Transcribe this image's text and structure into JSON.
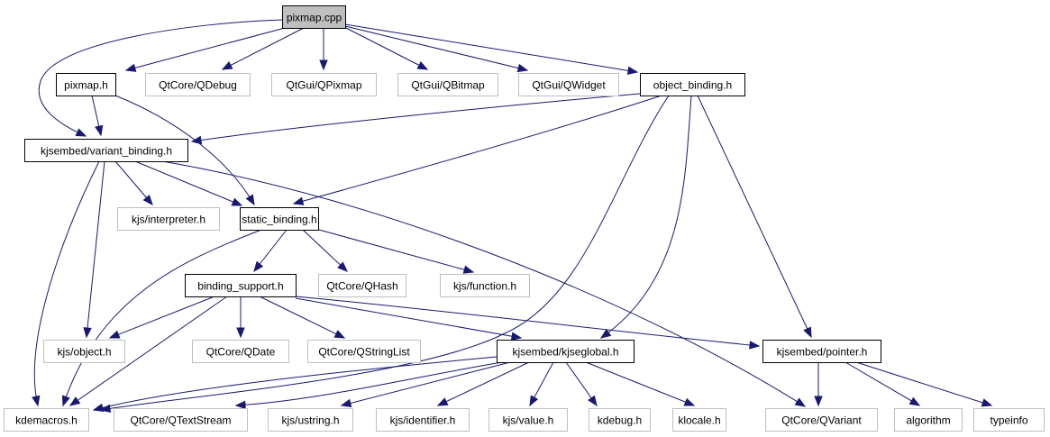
{
  "graph": {
    "title": "pixmap.cpp include dependency graph",
    "colors": {
      "edge": "#191970",
      "root_fill": "#bfbfbf",
      "root_border": "#000000",
      "documented_border": "#000000",
      "external_border": "#bfbfbf",
      "fill": "#ffffff"
    },
    "nodes": [
      {
        "id": "pixmap_cpp",
        "label": "pixmap.cpp",
        "kind": "root"
      },
      {
        "id": "pixmap_h",
        "label": "pixmap.h",
        "kind": "documented"
      },
      {
        "id": "qdebug",
        "label": "QtCore/QDebug",
        "kind": "external"
      },
      {
        "id": "qpixmap",
        "label": "QtGui/QPixmap",
        "kind": "external"
      },
      {
        "id": "qbitmap",
        "label": "QtGui/QBitmap",
        "kind": "external"
      },
      {
        "id": "qwidget",
        "label": "QtGui/QWidget",
        "kind": "external"
      },
      {
        "id": "object_binding",
        "label": "object_binding.h",
        "kind": "documented"
      },
      {
        "id": "variant_binding",
        "label": "kjsembed/variant_binding.h",
        "kind": "documented"
      },
      {
        "id": "interpreter",
        "label": "kjs/interpreter.h",
        "kind": "external"
      },
      {
        "id": "static_binding",
        "label": "static_binding.h",
        "kind": "documented"
      },
      {
        "id": "binding_support",
        "label": "binding_support.h",
        "kind": "documented"
      },
      {
        "id": "qhash",
        "label": "QtCore/QHash",
        "kind": "external"
      },
      {
        "id": "function",
        "label": "kjs/function.h",
        "kind": "external"
      },
      {
        "id": "object",
        "label": "kjs/object.h",
        "kind": "external"
      },
      {
        "id": "qdate",
        "label": "QtCore/QDate",
        "kind": "external"
      },
      {
        "id": "qstringlist",
        "label": "QtCore/QStringList",
        "kind": "external"
      },
      {
        "id": "kjseglobal",
        "label": "kjsembed/kjseglobal.h",
        "kind": "documented"
      },
      {
        "id": "pointer",
        "label": "kjsembed/pointer.h",
        "kind": "documented"
      },
      {
        "id": "kdemacros",
        "label": "kdemacros.h",
        "kind": "external"
      },
      {
        "id": "qtextstream",
        "label": "QtCore/QTextStream",
        "kind": "external"
      },
      {
        "id": "ustring",
        "label": "kjs/ustring.h",
        "kind": "external"
      },
      {
        "id": "identifier",
        "label": "kjs/identifier.h",
        "kind": "external"
      },
      {
        "id": "value",
        "label": "kjs/value.h",
        "kind": "external"
      },
      {
        "id": "kdebug",
        "label": "kdebug.h",
        "kind": "external"
      },
      {
        "id": "klocale",
        "label": "klocale.h",
        "kind": "external"
      },
      {
        "id": "qvariant",
        "label": "QtCore/QVariant",
        "kind": "external"
      },
      {
        "id": "algorithm",
        "label": "algorithm",
        "kind": "external"
      },
      {
        "id": "typeinfo",
        "label": "typeinfo",
        "kind": "external"
      }
    ],
    "edges": [
      {
        "from": "pixmap_cpp",
        "to": "pixmap_h"
      },
      {
        "from": "pixmap_cpp",
        "to": "qdebug"
      },
      {
        "from": "pixmap_cpp",
        "to": "qpixmap"
      },
      {
        "from": "pixmap_cpp",
        "to": "qbitmap"
      },
      {
        "from": "pixmap_cpp",
        "to": "qwidget"
      },
      {
        "from": "pixmap_cpp",
        "to": "object_binding"
      },
      {
        "from": "pixmap_cpp",
        "to": "variant_binding"
      },
      {
        "from": "pixmap_h",
        "to": "variant_binding"
      },
      {
        "from": "pixmap_h",
        "to": "static_binding"
      },
      {
        "from": "object_binding",
        "to": "variant_binding"
      },
      {
        "from": "object_binding",
        "to": "static_binding"
      },
      {
        "from": "object_binding",
        "to": "kdemacros"
      },
      {
        "from": "object_binding",
        "to": "kjseglobal"
      },
      {
        "from": "object_binding",
        "to": "pointer"
      },
      {
        "from": "variant_binding",
        "to": "interpreter"
      },
      {
        "from": "variant_binding",
        "to": "static_binding"
      },
      {
        "from": "variant_binding",
        "to": "object"
      },
      {
        "from": "variant_binding",
        "to": "kdemacros"
      },
      {
        "from": "variant_binding",
        "to": "qvariant"
      },
      {
        "from": "static_binding",
        "to": "binding_support"
      },
      {
        "from": "static_binding",
        "to": "qhash"
      },
      {
        "from": "static_binding",
        "to": "function"
      },
      {
        "from": "static_binding",
        "to": "kdemacros"
      },
      {
        "from": "binding_support",
        "to": "object"
      },
      {
        "from": "binding_support",
        "to": "kdemacros"
      },
      {
        "from": "binding_support",
        "to": "qdate"
      },
      {
        "from": "binding_support",
        "to": "qstringlist"
      },
      {
        "from": "binding_support",
        "to": "kjseglobal"
      },
      {
        "from": "binding_support",
        "to": "pointer"
      },
      {
        "from": "kjseglobal",
        "to": "kdemacros"
      },
      {
        "from": "kjseglobal",
        "to": "qtextstream"
      },
      {
        "from": "kjseglobal",
        "to": "ustring"
      },
      {
        "from": "kjseglobal",
        "to": "identifier"
      },
      {
        "from": "kjseglobal",
        "to": "value"
      },
      {
        "from": "kjseglobal",
        "to": "kdebug"
      },
      {
        "from": "kjseglobal",
        "to": "klocale"
      },
      {
        "from": "pointer",
        "to": "qvariant"
      },
      {
        "from": "pointer",
        "to": "algorithm"
      },
      {
        "from": "pointer",
        "to": "typeinfo"
      }
    ]
  }
}
